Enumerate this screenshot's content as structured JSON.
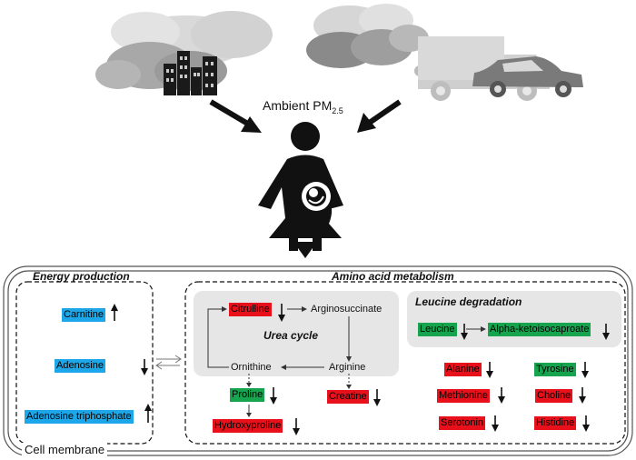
{
  "title": {
    "main": "Ambient PM",
    "sub": "2.5"
  },
  "sections": {
    "energy": "Energy production",
    "amino": "Amino acid metabolism",
    "urea": "Urea cycle",
    "leucine": "Leucine degradation",
    "membrane": "Cell membrane"
  },
  "energy_metabolites": [
    {
      "name": "Carnitine",
      "trend": "up"
    },
    {
      "name": "Adenosine",
      "trend": "down"
    },
    {
      "name": "Adenosine triphosphate",
      "trend": "up"
    }
  ],
  "urea_cycle": {
    "citrulline": "Citrulline",
    "arginosuccinate": "Arginosuccinate",
    "arginine": "Arginine",
    "ornithine": "Ornithine",
    "creatine": "Creatine",
    "proline": "Proline",
    "hydroxyproline": "Hydroxyproline"
  },
  "leucine_pathway": {
    "leucine": "Leucine",
    "product": "Alpha-ketoisocaproate"
  },
  "other_amino": [
    {
      "name": "Alanine",
      "color": "red"
    },
    {
      "name": "Methionine",
      "color": "red"
    },
    {
      "name": "Serotonin",
      "color": "red"
    },
    {
      "name": "Tyrosine",
      "color": "green"
    },
    {
      "name": "Choline",
      "color": "red"
    },
    {
      "name": "Histidine",
      "color": "red"
    }
  ],
  "colors": {
    "blue": "#1ea7e8",
    "red": "#e8111b",
    "green": "#17a44f",
    "panel": "#e6e6e6"
  }
}
